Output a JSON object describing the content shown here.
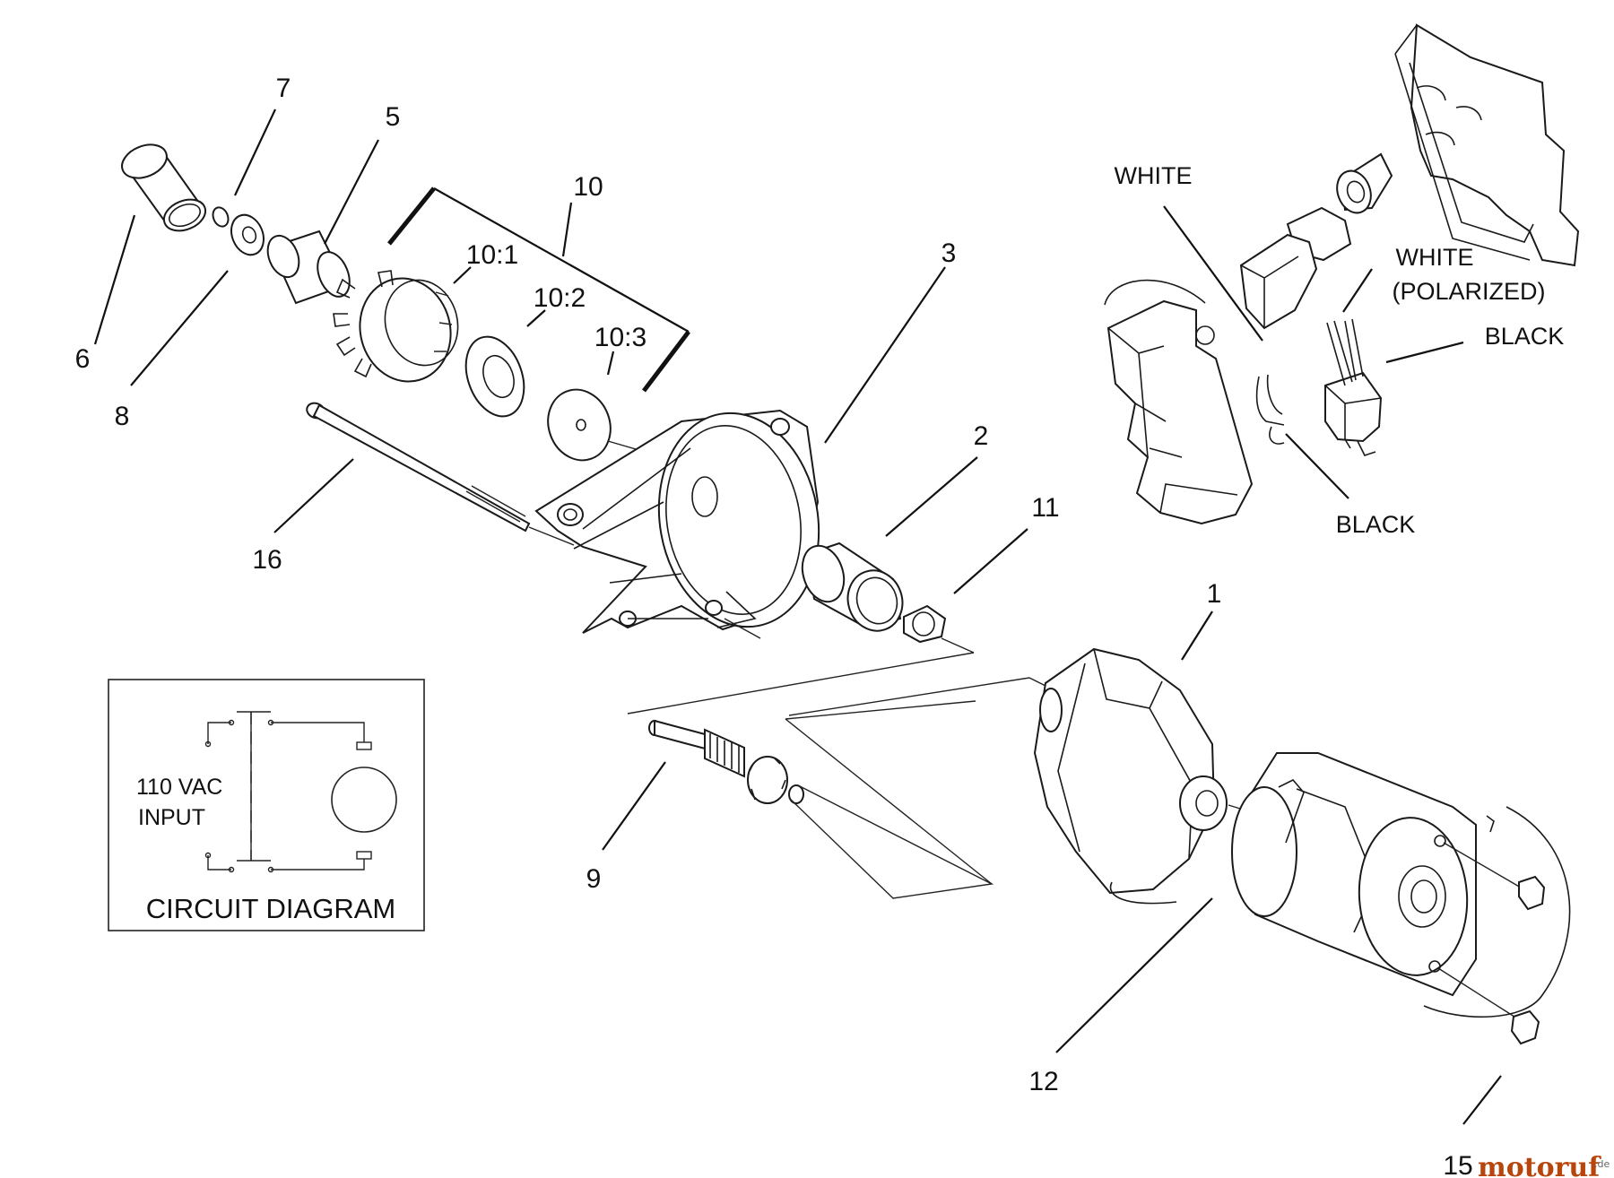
{
  "callouts": {
    "c1": "1",
    "c2": "2",
    "c3": "3",
    "c5": "5",
    "c6": "6",
    "c7": "7",
    "c8": "8",
    "c9": "9",
    "c10": "10",
    "c10_1": "10:1",
    "c10_2": "10:2",
    "c10_3": "10:3",
    "c11": "11",
    "c12": "12",
    "c15": "15",
    "c16": "16"
  },
  "wires": {
    "white_top": "WHITE",
    "white_polarized_1": "WHITE",
    "white_polarized_2": "(POLARIZED)",
    "black_right": "BLACK",
    "black_bottom": "BLACK"
  },
  "circuit": {
    "input_line1": "110 VAC",
    "input_line2": "INPUT",
    "caption": "CIRCUIT DIAGRAM"
  },
  "watermark": {
    "brand": "motoruf",
    "suffix": ".de"
  }
}
